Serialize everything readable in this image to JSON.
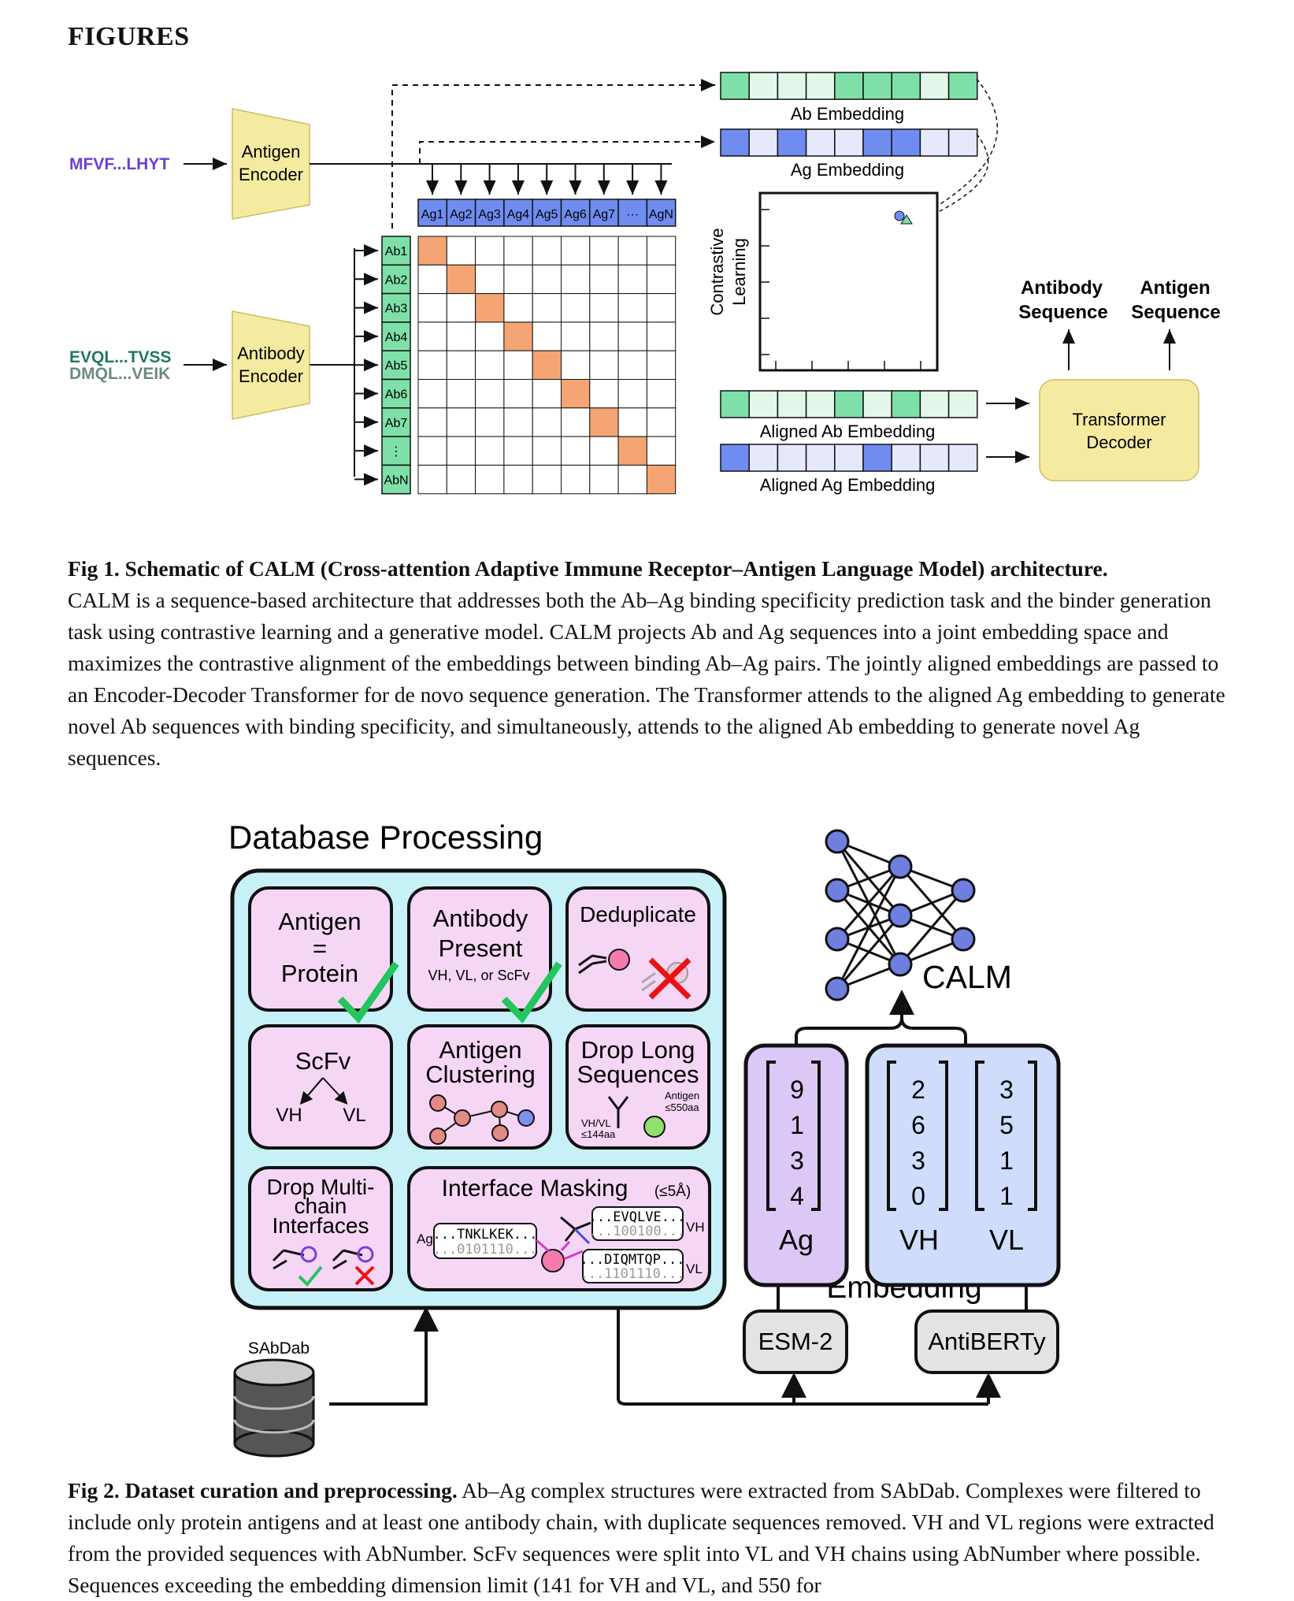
{
  "heading": "FIGURES",
  "fig1": {
    "seq_ag": "MFVF...LHYT",
    "seq_ab1": "EVQL...TVSS",
    "seq_ab2": "DMQL...VEIK",
    "antigen_encoder": [
      "Antigen",
      "Encoder"
    ],
    "antibody_encoder": [
      "Antibody",
      "Encoder"
    ],
    "ag_labels": [
      "Ag1",
      "Ag2",
      "Ag3",
      "Ag4",
      "Ag5",
      "Ag6",
      "Ag7",
      "···",
      "AgN"
    ],
    "ab_labels": [
      "Ab1",
      "Ab2",
      "Ab3",
      "Ab4",
      "Ab5",
      "Ab6",
      "Ab7",
      "⋮",
      "AbN"
    ],
    "ab_embedding": "Ab Embedding",
    "ag_embedding": "Ag Embedding",
    "contrastive": [
      "Contrastive",
      "Learning"
    ],
    "aligned_ab": "Aligned Ab Embedding",
    "aligned_ag": "Aligned Ag Embedding",
    "antibody_sequence": [
      "Antibody",
      "Sequence"
    ],
    "antigen_sequence": [
      "Antigen",
      "Sequence"
    ],
    "transformer": [
      "Transformer",
      "Decoder"
    ],
    "colors": {
      "green": "#7ee0a8",
      "green_light": "#e2f7ea",
      "blue": "#6f8cf0",
      "blue_light": "#e6e9fb",
      "orange": "#f4a573",
      "encoder": "#f5eba0",
      "purple": "#6a3fd6",
      "teal": "#1f7a5a"
    }
  },
  "fig1_caption": {
    "title": "Fig 1. Schematic of CALM (Cross‑attention Adaptive Immune Receptor–Antigen Language Model) architecture.",
    "body": "CALM is a sequence-based architecture that addresses both the Ab–Ag binding specificity prediction task and the binder generation task using contrastive learning and a generative model. CALM projects Ab and Ag sequences into a joint embedding space and maximizes the contrastive alignment of the embeddings between binding Ab–Ag pairs. The jointly aligned embeddings are passed to an Encoder-Decoder Transformer for de novo sequence generation. The Transformer attends to the aligned Ag embedding to generate novel Ab sequences with binding specificity, and simultaneously, attends to the aligned Ab embedding to generate novel Ag sequences."
  },
  "fig2": {
    "title": "Database Processing",
    "box_antigen": [
      "Antigen",
      "=",
      "Protein"
    ],
    "box_antibody": [
      "Antibody",
      "Present"
    ],
    "box_antibody_sub": "VH, VL, or ScFv",
    "box_dedup": "Deduplicate",
    "box_scfv": "ScFv",
    "box_scfv_vh": "VH",
    "box_scfv_vl": "VL",
    "box_cluster": [
      "Antigen",
      "Clustering"
    ],
    "box_droplong": [
      "Drop Long",
      "Sequences"
    ],
    "box_droplong_ag": [
      "Antigen",
      "≤550aa"
    ],
    "box_droplong_vh": [
      "VH/VL",
      "≤144aa"
    ],
    "box_multichain": [
      "Drop Multi-",
      "chain",
      "Interfaces"
    ],
    "box_interface": "Interface Masking",
    "box_interface_sub": "(≤5Å)",
    "iface_ag_seq": "...TNKLKEK...",
    "iface_ag_mask": "...0101110...",
    "iface_ag_label": "Ag",
    "iface_vh_seq": "...EVQLVE...",
    "iface_vh_mask": "...100100...",
    "iface_vh_label": "VH",
    "iface_vl_seq": "...DIQMTQP...",
    "iface_vl_mask": "...1101110...",
    "iface_vl_label": "VL",
    "sabdab": "SAbDab",
    "calm": "CALM",
    "ag_digits": [
      "9",
      "1",
      "3",
      "4"
    ],
    "vh_digits": [
      "2",
      "6",
      "3",
      "0"
    ],
    "vl_digits": [
      "3",
      "5",
      "1",
      "1"
    ],
    "ag_label": "Ag",
    "vh_label": "VH",
    "vl_label": "VL",
    "embedding": "Embedding",
    "esm": "ESM-2",
    "antiberty": "AntiBERTy",
    "colors": {
      "panel": "#c8f0f7",
      "box": "#f6d6f5",
      "ag_box": "#dcc8f7",
      "ab_box": "#cfdcfb",
      "node": "#6f7fe0",
      "grey": "#e3e3e3"
    }
  },
  "fig2_caption": {
    "title": "Fig 2. Dataset curation and preprocessing.",
    "body": " Ab–Ag complex structures were extracted from SAbDab. Complexes were filtered to include only protein antigens and at least one antibody chain, with duplicate sequences removed. VH and VL regions were extracted from the provided sequences with AbNumber. ScFv sequences were split into VL and VH chains using AbNumber where possible. Sequences exceeding the embedding dimension limit (141 for VH and VL, and 550 for"
  }
}
